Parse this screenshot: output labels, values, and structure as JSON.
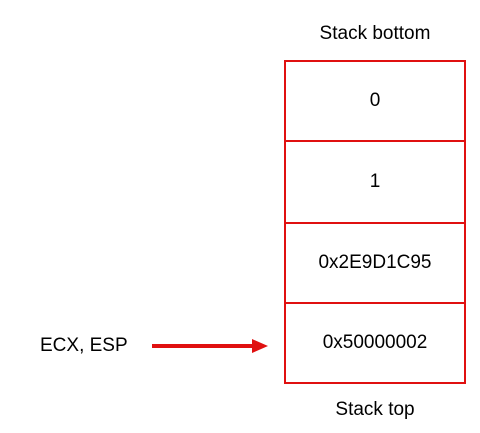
{
  "diagram": {
    "top_caption": "Stack bottom",
    "bottom_caption": "Stack top",
    "cells": [
      {
        "value": "0"
      },
      {
        "value": "1"
      },
      {
        "value": "0x2E9D1C95"
      },
      {
        "value": "0x50000002"
      }
    ],
    "pointer": {
      "label": "ECX, ESP",
      "target_cell_index": 3
    },
    "colors": {
      "cell_border": "#e01010",
      "arrow": "#e01010"
    }
  }
}
